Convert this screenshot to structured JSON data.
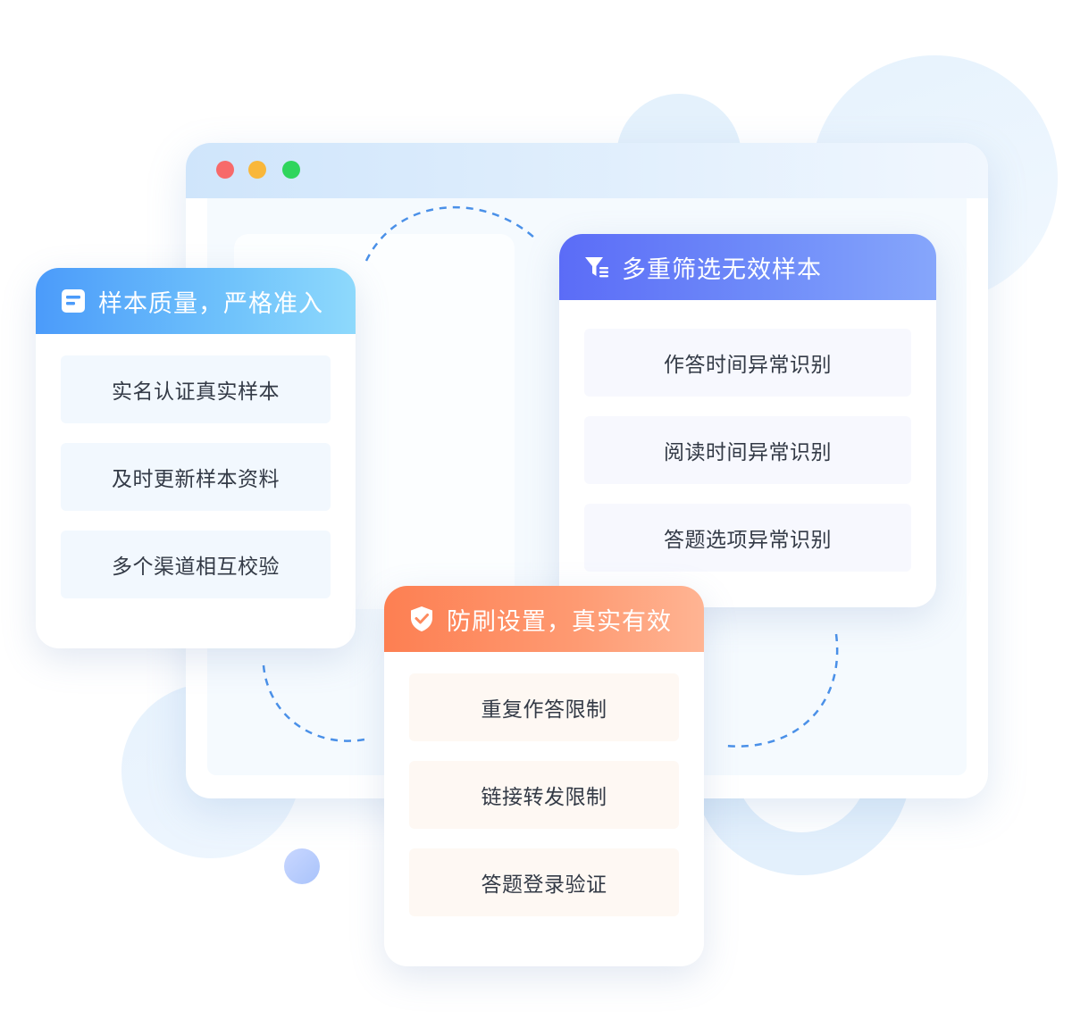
{
  "window": {
    "controls": [
      {
        "name": "close-dot",
        "color": "#f76a6a"
      },
      {
        "name": "minimize-dot",
        "color": "#f9b73a"
      },
      {
        "name": "maximize-dot",
        "color": "#2fd55c"
      }
    ]
  },
  "cards": {
    "sample_quality": {
      "icon": "document-icon",
      "title": "样本质量，严格准入",
      "items": [
        "实名认证真实样本",
        "及时更新样本资料",
        "多个渠道相互校验"
      ],
      "accent": "#4b9bfa"
    },
    "invalid_filter": {
      "icon": "filter-icon",
      "title": "多重筛选无效样本",
      "items": [
        "作答时间异常识别",
        "阅读时间异常识别",
        "答题选项异常识别"
      ],
      "accent": "#5b6cf7"
    },
    "anti_fraud": {
      "icon": "shield-check-icon",
      "title": "防刷设置，真实有效",
      "items": [
        "重复作答限制",
        "链接转发限制",
        "答题登录验证"
      ],
      "accent": "#fd7f52"
    }
  }
}
